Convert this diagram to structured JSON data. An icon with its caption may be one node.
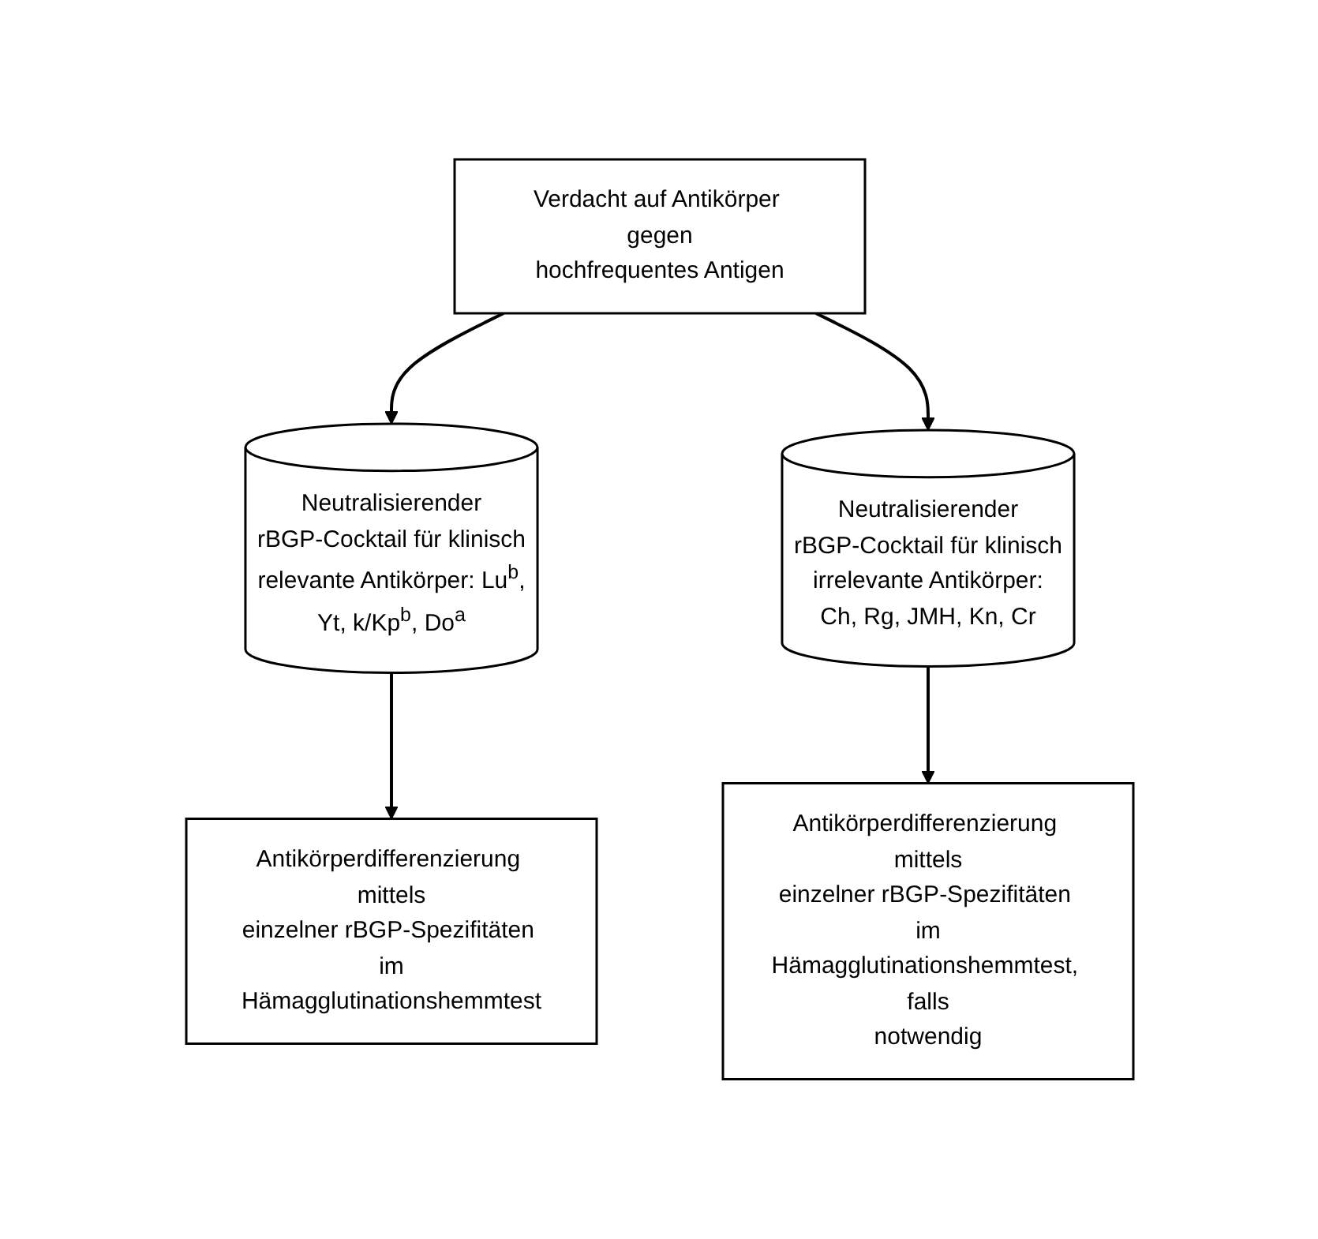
{
  "diagram": {
    "nodes": [
      {
        "text": [
          "Verdacht auf Antikörper gegen hochfrequentes Antigen"
        ]
      },
      {
        "text": [
          "Neutralisierender rBGP-Cocktail für klinisch relevante Antikörper: Lu$^{b}$, Yt, k/Kp$^{b}$, Do$^{a}$"
        ]
      },
      {
        "text": [
          "Neutralisierender rBGP-Cocktail für klinisch irrelevante Antikörper: Ch, Rg, JMH, Kn, Cr"
        ]
      },
      {
        "text": [
          "Antikörperdifferenzierung mittels einzelner rBGP-Spezifitäten im Hämagglutinationshemmtest"
        ]
      },
      {
        "text": [
          "Antikörperdifferenzierung mittels einzelner rBGP-Spezifitäten im Hämagglutinationshemmtest, falls notwendig"
        ]
      }
    ],
    "edges": [
      {
        "from": 0,
        "to": 1,
        "arrow": "to"
      },
      {
        "from": 0,
        "to": 2,
        "arrow": "to"
      },
      {
        "from": 1,
        "to": 3,
        "arrow": "to"
      },
      {
        "from": 2,
        "to": 4,
        "arrow": "to"
      }
    ]
  }
}
